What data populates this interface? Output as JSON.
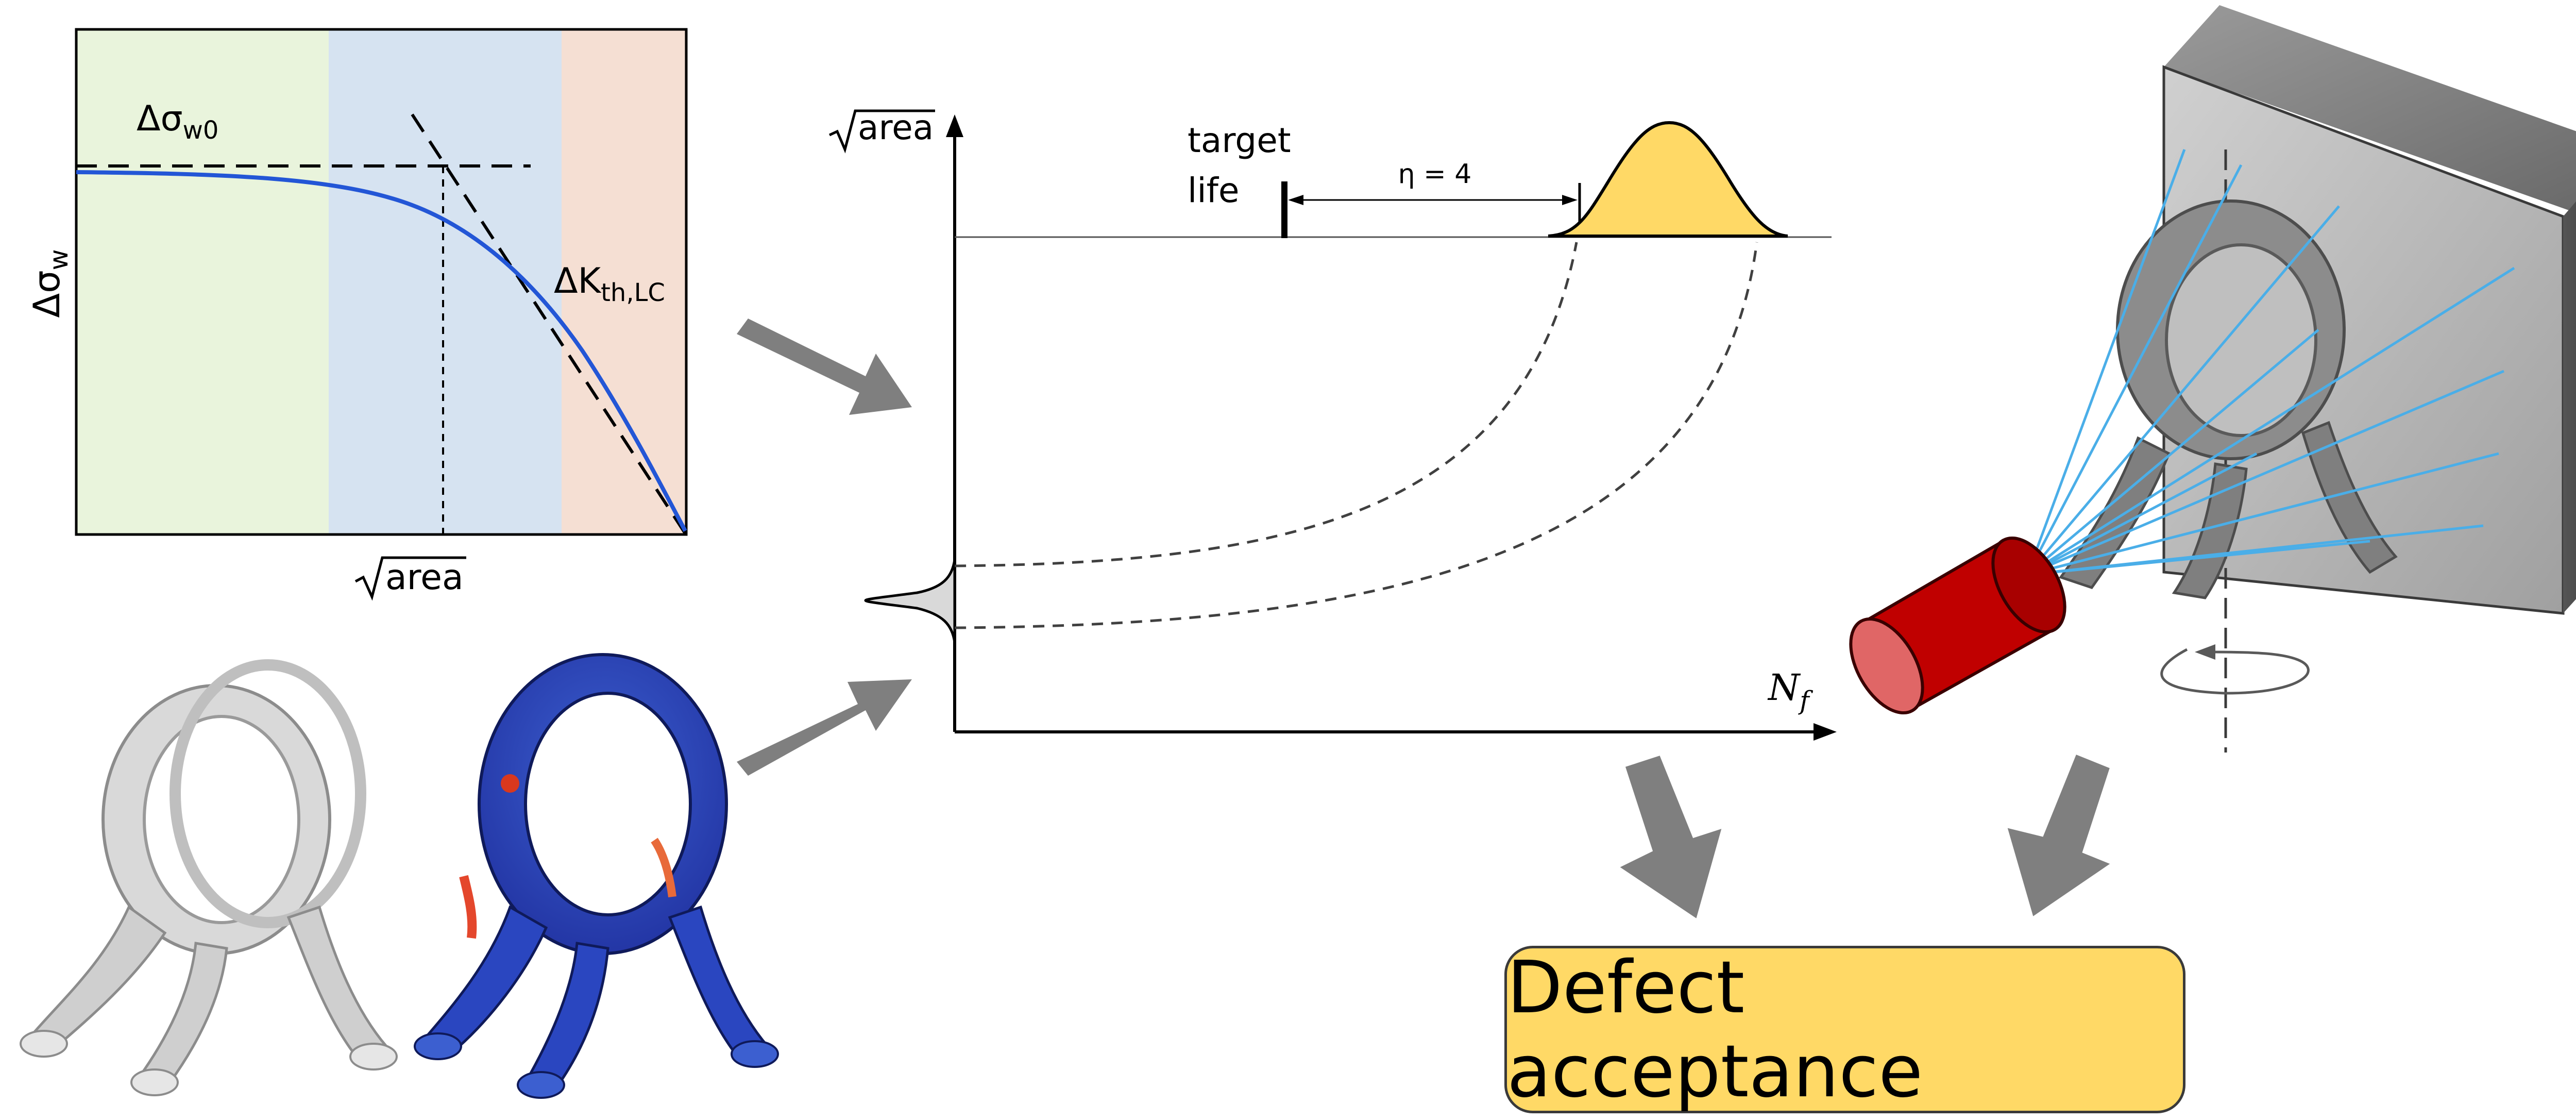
{
  "colors": {
    "zone_short": "#e9f4dc",
    "zone_mid": "#d6e3f1",
    "zone_long": "#f5dfd3",
    "curve": "#2356d6",
    "arrow_gray": "#7f7f7f",
    "life_dist_fill": "#ffd966",
    "defect_dist_fill": "#d9d9d9",
    "xray_source": "#c00000",
    "xray_beam": "#4aaee8",
    "detector": "#a6a6a6",
    "box_fill": "#ffd966"
  },
  "kitagawa_plot": {
    "y_axis_label": "Δσ",
    "y_axis_sub": "w",
    "x_axis_label": "area",
    "fatigue_limit_label": "Δσ",
    "fatigue_limit_sub": "w0",
    "threshold_label": "ΔK",
    "threshold_sub": "th,LC"
  },
  "life_plot": {
    "y_axis_label": "area",
    "x_axis_label": "N",
    "x_axis_sub": "f",
    "target_label_line1": "target",
    "target_label_line2": "life",
    "eta_label": "η = 4"
  },
  "parts": {
    "bracket_plain_icon": "bracket-part-icon",
    "bracket_fe_icon": "fe-stress-map-icon",
    "ct_setup_icon": "xray-ct-setup-icon"
  },
  "result_box": {
    "label": "Defect acceptance"
  }
}
